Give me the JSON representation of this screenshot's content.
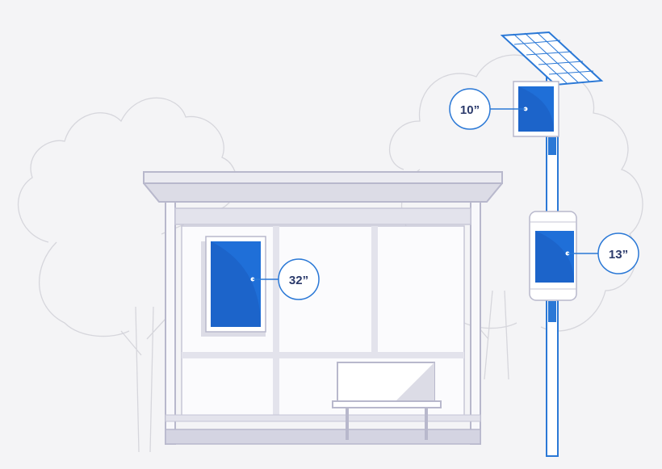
{
  "colors": {
    "background": "#f4f4f6",
    "outline": "#b8b8cc",
    "roof": "#dcdce6",
    "screen_blue": "#1f6fd8",
    "screen_dark": "#1a5bbf",
    "pole_blue": "#2a78d6",
    "callout_text": "#2b3a6b",
    "tree_line": "#d6d6dc"
  },
  "displays": {
    "shelter_display": {
      "label": "32”"
    },
    "solar_display": {
      "label": "10”"
    },
    "pole_display": {
      "label": "13”"
    }
  },
  "icons": [
    "tree-outline-icon",
    "solar-panel-icon",
    "bench-icon",
    "bus-shelter-icon",
    "pole-icon"
  ]
}
